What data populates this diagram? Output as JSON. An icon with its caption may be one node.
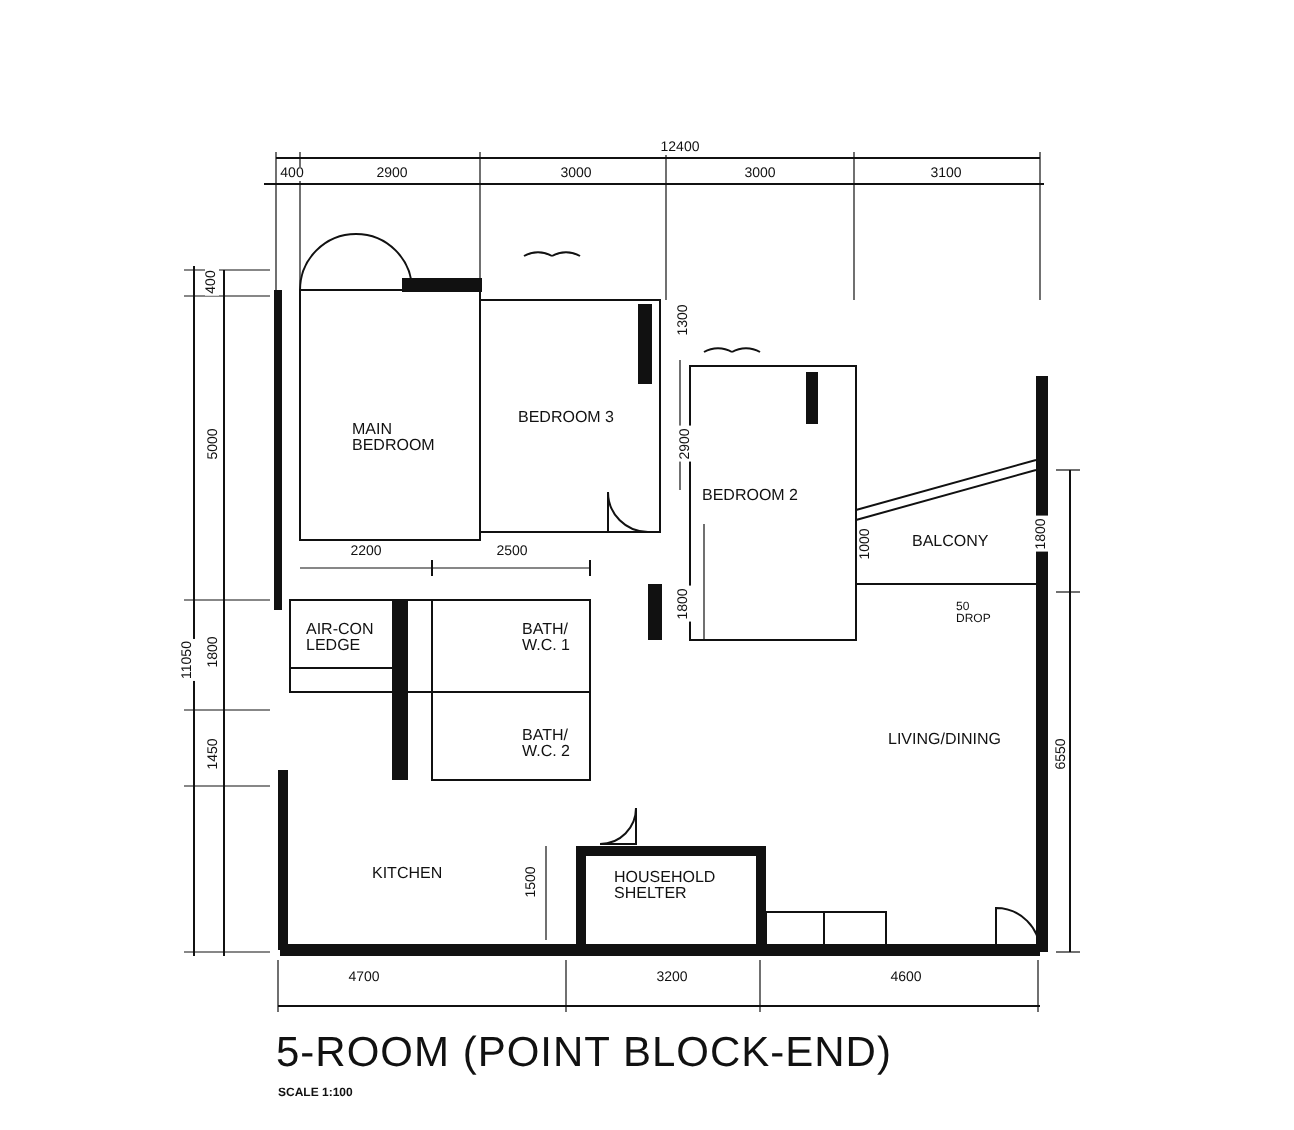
{
  "diagram": {
    "title": "5-ROOM (POINT BLOCK-END)",
    "caption": "SCALE 1:100",
    "labels": [
      "12400",
      "400",
      "2900",
      "3000",
      "3000",
      "3100",
      "400",
      "11050",
      "5000",
      "1300",
      "MAIN BEDROOM",
      "BEDROOM 3",
      "2900",
      "BEDROOM 2",
      "1000",
      "BALCONY",
      "1800",
      "2200",
      "2500",
      "1800",
      "1800",
      "AIR-CON LEDGE",
      "BATH/ W.C. 1",
      "50 DROP",
      "1450",
      "BATH/ W.C. 2",
      "LIVING/DINING",
      "6550",
      "KITCHEN",
      "1500",
      "HOUSEHOLD SHELTER",
      "4700",
      "3200",
      "4600"
    ]
  }
}
